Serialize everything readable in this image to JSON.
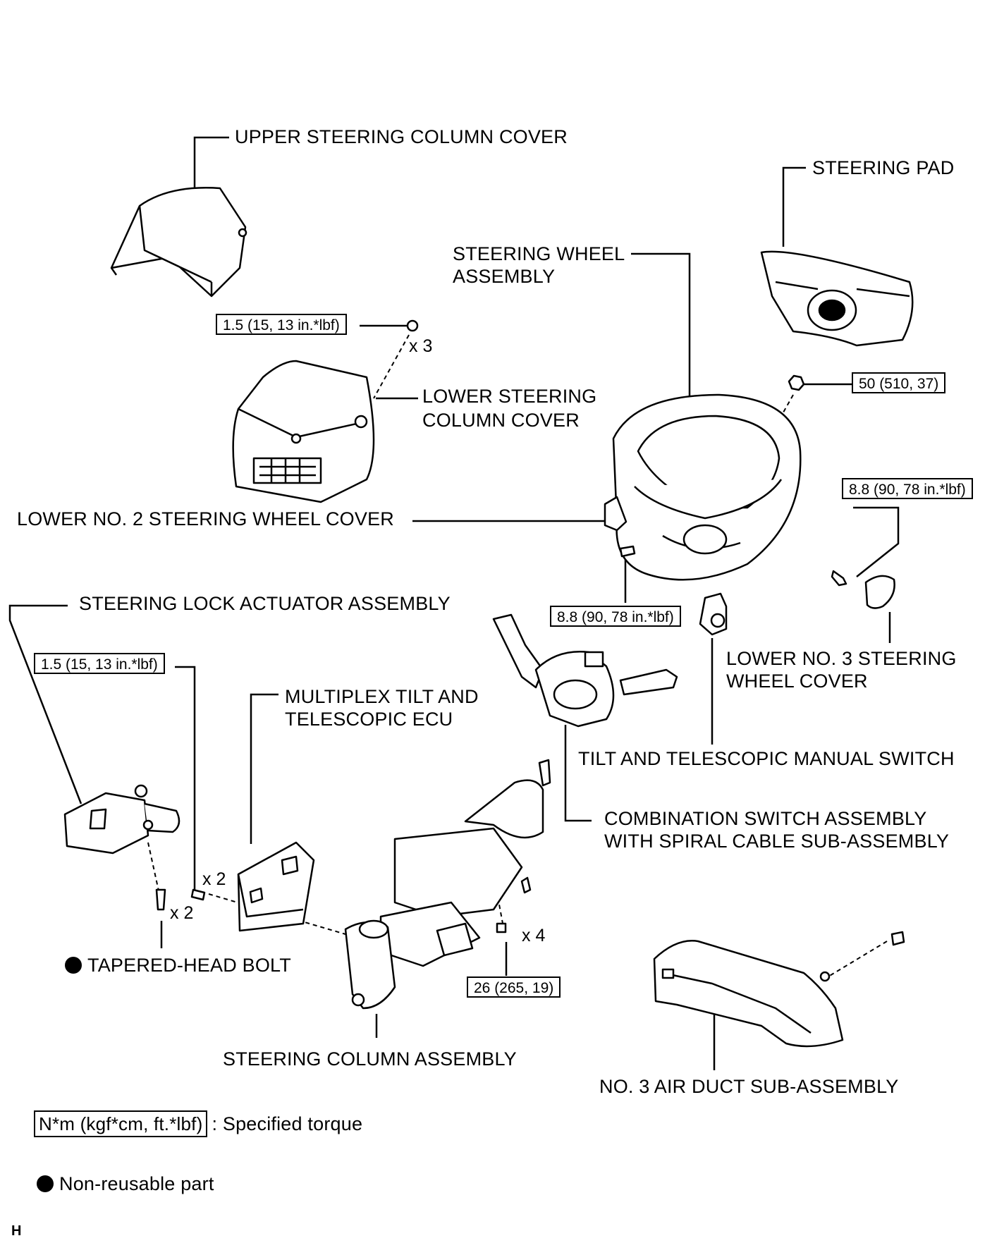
{
  "labels": {
    "upper_cover": "UPPER STEERING COLUMN COVER",
    "steering_pad": "STEERING PAD",
    "wheel_assembly_1": "STEERING WHEEL",
    "wheel_assembly_2": "ASSEMBLY",
    "lower_cover_1": "LOWER STEERING",
    "lower_cover_2": "COLUMN COVER",
    "lower_no2": "LOWER NO. 2 STEERING WHEEL COVER",
    "lock_actuator": "STEERING LOCK ACTUATOR ASSEMBLY",
    "ecu_1": "MULTIPLEX TILT AND",
    "ecu_2": "TELESCOPIC ECU",
    "lower_no3_1": "LOWER NO. 3 STEERING",
    "lower_no3_2": "WHEEL COVER",
    "manual_switch": "TILT AND TELESCOPIC MANUAL SWITCH",
    "combo_1": "COMBINATION SWITCH ASSEMBLY",
    "combo_2": "WITH SPIRAL CABLE SUB-ASSEMBLY",
    "tapered_bolt": "TAPERED-HEAD BOLT",
    "column_assembly": "STEERING COLUMN ASSEMBLY",
    "air_duct": "NO. 3 AIR DUCT SUB-ASSEMBLY"
  },
  "torques": {
    "upper_screw": "1.5 (15, 13 in.*lbf)",
    "wheel_nut": "50 (510, 37)",
    "right_screw": "8.8 (90, 78 in.*lbf)",
    "center_screw": "8.8 (90, 78 in.*lbf)",
    "lock_screw": "1.5 (15, 13 in.*lbf)",
    "column_nut": "26 (265, 19)"
  },
  "multipliers": {
    "upper_screw": "x 3",
    "ecu_screw": "x 2",
    "tapered_bolt": "x 2",
    "column_nut": "x 4"
  },
  "legend": {
    "torque_box": "N*m (kgf*cm, ft.*lbf)",
    "torque_text": ": Specified torque",
    "nonreusable_text": "Non-reusable part"
  },
  "corner_mark": "H"
}
